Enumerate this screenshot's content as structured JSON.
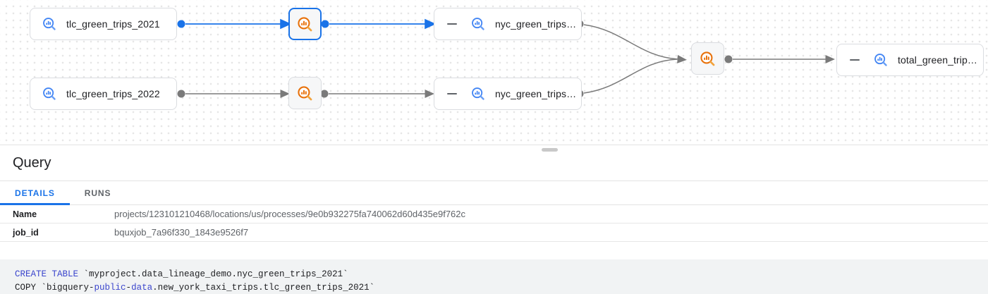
{
  "graph": {
    "nodes": [
      {
        "label": "tlc_green_trips_2021",
        "type": "table"
      },
      {
        "type": "process",
        "selected": true
      },
      {
        "label": "nyc_green_trips…",
        "type": "table",
        "collapsible": true
      },
      {
        "label": "tlc_green_trips_2022",
        "type": "table"
      },
      {
        "type": "process"
      },
      {
        "label": "nyc_green_trips…",
        "type": "table",
        "collapsible": true
      },
      {
        "type": "process"
      },
      {
        "label": "total_green_trip…",
        "type": "table",
        "collapsible": true
      }
    ],
    "colors": {
      "selected_edge": "#1a73e8",
      "edge": "#7a7a7a",
      "table_icon": "#4285f4",
      "table_icon_handle": "#669df6",
      "process_icon": "#e8710a",
      "process_icon_handle": "#f2a33c",
      "selected_border": "#1a73e8"
    }
  },
  "panel": {
    "title": "Query",
    "tabs": [
      {
        "label": "DETAILS",
        "active": true
      },
      {
        "label": "RUNS",
        "active": false
      }
    ],
    "details": [
      {
        "label": "Name",
        "value": "projects/123101210468/locations/us/processes/9e0b932275fa740062d60d435e9f762c"
      },
      {
        "label": "job_id",
        "value": "bquxjob_7a96f330_1843e9526f7"
      }
    ],
    "sql": {
      "lines": [
        [
          {
            "text": "CREATE TABLE",
            "kw": true
          },
          {
            "text": " `myproject.data_lineage_demo.nyc_green_trips_2021`"
          }
        ],
        [
          {
            "text": "COPY `bigquery-"
          },
          {
            "text": "public",
            "kw": true
          },
          {
            "text": "-"
          },
          {
            "text": "data",
            "kw": true
          },
          {
            "text": ".new_york_taxi_trips.tlc_green_trips_2021`"
          }
        ]
      ]
    }
  }
}
